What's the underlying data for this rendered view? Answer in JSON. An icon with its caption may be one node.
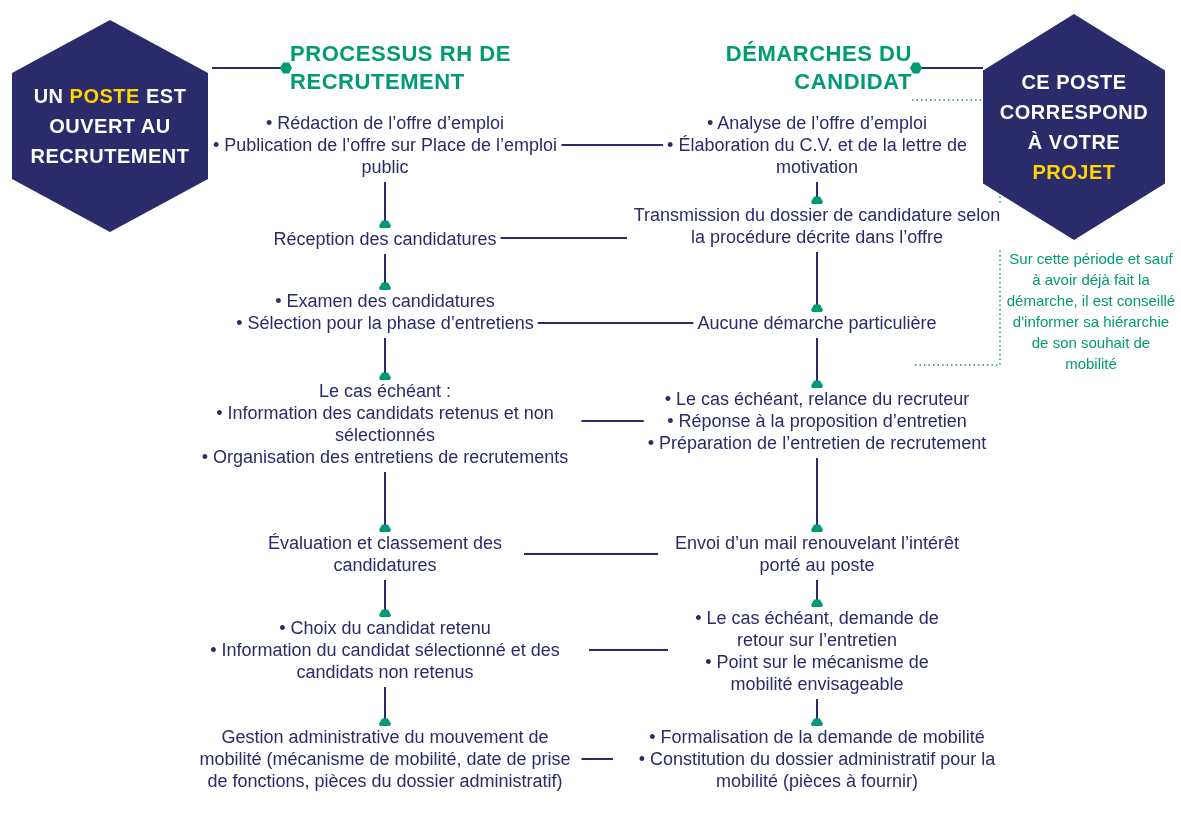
{
  "diagram": {
    "nodes": [
      {
        "text": [
          "UN **POSTE** EST OUVERT AU RECRUTEMENT"
        ]
      },
      {
        "text": [
          "PROCESSUS RH DE RECRUTEMENT"
        ]
      },
      {
        "text": [
          "DÉMARCHES DU CANDIDAT"
        ]
      },
      {
        "text": [
          "CE POSTE CORRESPOND À VOTRE **PROJET**"
        ]
      },
      {
        "text": [
          "• Rédaction de l’offre d’emploi",
          "• Publication de l’offre sur Place de l’emploi public"
        ]
      },
      {
        "text": [
          "• Analyse de l’offre d’emploi",
          "• Élaboration du C.V. et de la lettre de motivation"
        ]
      },
      {
        "text": [
          "Réception des candidatures"
        ]
      },
      {
        "text": [
          "Transmission du dossier de candidature selon la procédure décrite dans l’offre"
        ]
      },
      {
        "text": [
          "• Examen des candidatures",
          "• Sélection pour la phase d’entretiens"
        ]
      },
      {
        "text": [
          "Aucune démarche particulière"
        ]
      },
      {
        "text": [
          "Le cas échéant :",
          "• Information des candidats retenus et non sélectionnés",
          "• Organisation des entretiens de recrutements"
        ]
      },
      {
        "text": [
          "• Le cas échéant, relance du recruteur",
          "• Réponse à la proposition d’entretien",
          "• Préparation de l’entretien de recrutement"
        ]
      },
      {
        "text": [
          "Évaluation et classement des candidatures"
        ]
      },
      {
        "text": [
          "Envoi d’un mail renouvelant l’intérêt porté au poste"
        ]
      },
      {
        "text": [
          "• Choix du candidat retenu",
          "• Information du candidat sélectionné et des candidats non retenus"
        ]
      },
      {
        "text": [
          "• Le cas échéant, demande de retour sur l’entretien",
          "• Point sur le mécanisme de mobilité envisageable"
        ]
      },
      {
        "text": [
          "Gestion administrative du mouvement de mobilité (mécanisme de mobilité, date de prise de fonctions, pièces du dossier administratif)"
        ]
      },
      {
        "text": [
          "• Formalisation de la demande de mobilité",
          "• Constitution du dossier administratif pour la mobilité (pièces à fournir)"
        ]
      }
    ],
    "edges": [
      {
        "from": 0,
        "to": 1,
        "arrow": "other"
      },
      {
        "from": 3,
        "to": 2,
        "arrow": "other"
      },
      {
        "from": 4,
        "to": 5,
        "arrow": "none"
      },
      {
        "from": 6,
        "to": 7,
        "arrow": "none"
      },
      {
        "from": 8,
        "to": 9,
        "arrow": "none"
      },
      {
        "from": 10,
        "to": 11,
        "arrow": "none"
      },
      {
        "from": 12,
        "to": 13,
        "arrow": "none"
      },
      {
        "from": 14,
        "to": 15,
        "arrow": "none"
      },
      {
        "from": 16,
        "to": 17,
        "arrow": "none"
      },
      {
        "from": 4,
        "to": 6,
        "arrow": "other"
      },
      {
        "from": 6,
        "to": 8,
        "arrow": "other"
      },
      {
        "from": 8,
        "to": 10,
        "arrow": "other"
      },
      {
        "from": 10,
        "to": 12,
        "arrow": "other"
      },
      {
        "from": 12,
        "to": 14,
        "arrow": "other"
      },
      {
        "from": 14,
        "to": 16,
        "arrow": "other"
      },
      {
        "from": 5,
        "to": 7,
        "arrow": "other"
      },
      {
        "from": 7,
        "to": 9,
        "arrow": "other"
      },
      {
        "from": 9,
        "to": 11,
        "arrow": "other"
      },
      {
        "from": 11,
        "to": 13,
        "arrow": "other"
      },
      {
        "from": 13,
        "to": 15,
        "arrow": "other"
      },
      {
        "from": 15,
        "to": 17,
        "arrow": "other"
      }
    ],
    "labels": [
      "Sur cette période et sauf à avoir déjà fait la démarche, il est conseillé d'informer sa hiérarchie de son souhait de mobilité"
    ]
  }
}
